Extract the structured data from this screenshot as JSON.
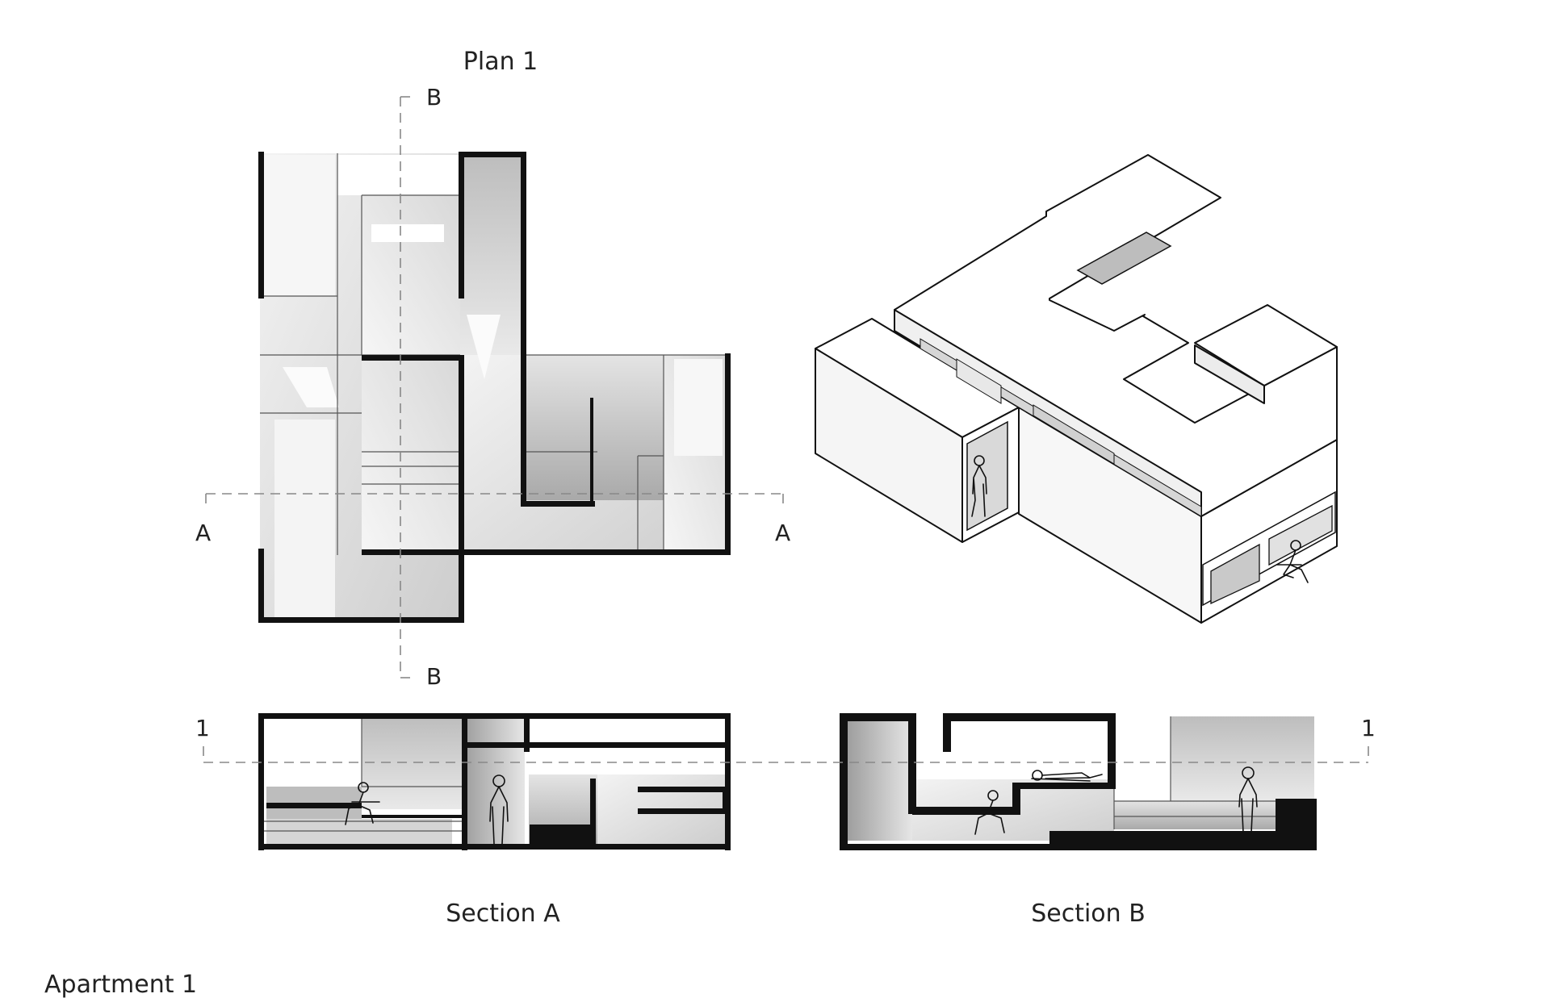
{
  "sheet_title": "Apartment 1",
  "views": {
    "plan_title": "Plan 1",
    "section_a_title": "Section A",
    "section_b_title": "Section B"
  },
  "cut_markers": {
    "section_a": "A",
    "section_b": "B",
    "level": "1"
  },
  "palette": {
    "wall": "#111111",
    "floor_light": "#ececec",
    "floor_mid": "#cfcfcf",
    "floor_dark": "#a8a8a8",
    "cut_line": "#888888"
  }
}
